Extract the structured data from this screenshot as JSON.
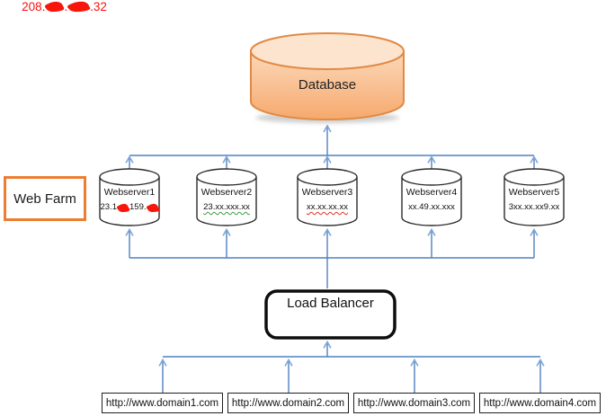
{
  "database": {
    "label": "Database"
  },
  "web_farm": {
    "label": "Web Farm"
  },
  "webservers": [
    {
      "name": "Webserver1",
      "ip_segment_a": "23.1",
      "ip_segment_b": "159.",
      "ip_redacted": true
    },
    {
      "name": "Webserver2",
      "ip": "23.xx.xxx.xx"
    },
    {
      "name": "Webserver3",
      "ip": "xx.xx.xx.xx"
    },
    {
      "name": "Webserver4",
      "ip": "xx.49.xx.xxx"
    },
    {
      "name": "Webserver5",
      "ip": "3xx.xx.xx9.xx"
    }
  ],
  "load_balancer": {
    "label": "Load Balancer",
    "ip_segment_a": "208.",
    "ip_segment_mid": ".",
    "ip_segment_b": ".32",
    "ip_redacted": true
  },
  "domains": [
    "http://www.domain1.com",
    "http://www.domain2.com",
    "http://www.domain3.com",
    "http://www.domain4.com"
  ],
  "colors": {
    "connector_line": "#4f81bd",
    "arrowhead": "#7fa7d8",
    "database_stroke": "#e18a44",
    "database_fill_top": "#fce4cf",
    "database_fill_body_light": "#fbd9ba",
    "database_fill_body_dark": "#f6a96d",
    "cylinder_stroke": "#2b2b2b",
    "load_balancer_border": "#0d0d0d",
    "web_farm_border": "#ed7d31",
    "redaction_red": "#f8150a",
    "ip_red_text": "#fb0f0c",
    "spellcheck_green": "#3e9b3e",
    "spellcheck_red": "#e23222"
  }
}
